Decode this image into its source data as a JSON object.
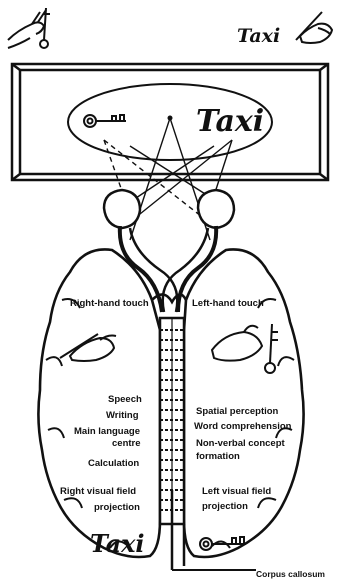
{
  "screen": {
    "word_top": "Taxi",
    "word_bottom": "Taxi",
    "labels": {
      "right_hand_touch": "Right-hand touch",
      "left_hand_touch": "Left-hand touch",
      "speech": "Speech",
      "writing": "Writing",
      "main_language_line1": "Main language",
      "main_language_line2": "centre",
      "calculation": "Calculation",
      "right_visual_line1": "Right visual field",
      "right_visual_line2": "projection",
      "spatial_perception": "Spatial perception",
      "word_comprehension": "Word comprehension",
      "non_verbal_line1": "Non-verbal concept",
      "non_verbal_line2": "formation",
      "left_visual_line1": "Left visual field",
      "left_visual_line2": "projection",
      "corpus_callosum": "Corpus callosum"
    }
  },
  "icons": [
    "key-icon",
    "hand-icon"
  ],
  "colors": {
    "ink": "#111111",
    "paper": "#ffffff"
  }
}
